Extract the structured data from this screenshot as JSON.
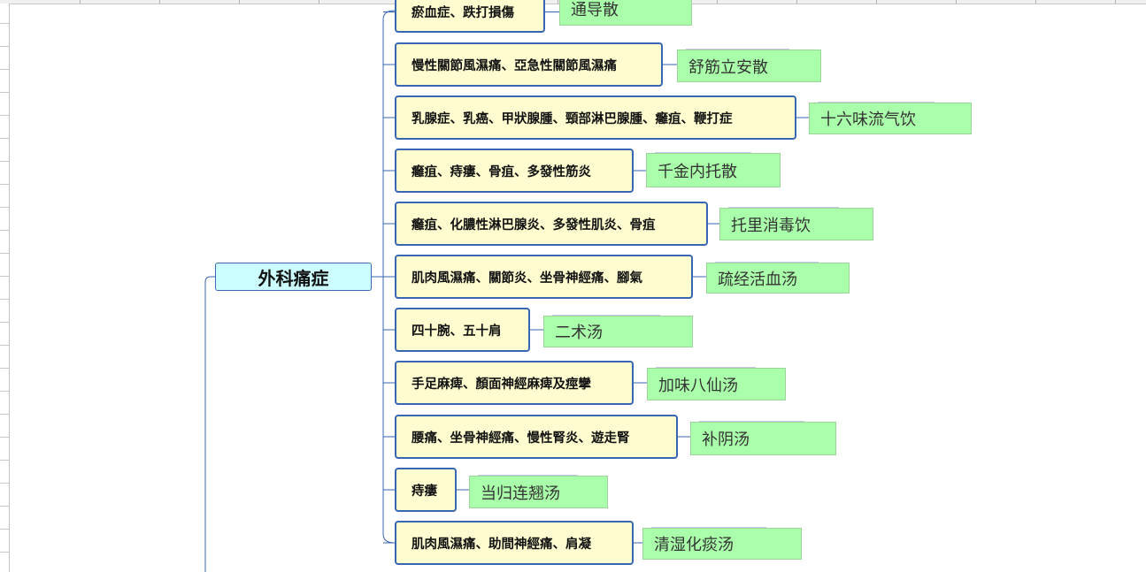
{
  "mindmap": {
    "root_label": "外科痛症",
    "branches": [
      {
        "condition": "瘀血症、跌打損傷",
        "formula": "通导散"
      },
      {
        "condition": "慢性關節風濕痛、亞急性關節風濕痛",
        "formula": "舒筋立安散"
      },
      {
        "condition": "乳腺症、乳癌、甲狀腺腫、頸部淋巴腺腫、癰疽、鞭打症",
        "formula": "十六味流气饮"
      },
      {
        "condition": "癰疽、痔瘻、骨疽、多發性筋炎",
        "formula": "千金内托散"
      },
      {
        "condition": "癰疽、化膿性淋巴腺炎、多發性肌炎、骨疽",
        "formula": "托里消毒饮"
      },
      {
        "condition": "肌肉風濕痛、關節炎、坐骨神經痛、腳氣",
        "formula": "疏经活血汤"
      },
      {
        "condition": "四十腕、五十肩",
        "formula": "二术汤"
      },
      {
        "condition": "手足麻痺、顏面神經麻痺及痙攣",
        "formula": "加味八仙汤"
      },
      {
        "condition": "腰痛、坐骨神經痛、慢性腎炎、遊走腎",
        "formula": "补阴汤"
      },
      {
        "condition": "痔瘻",
        "formula": "当归连翘汤"
      },
      {
        "condition": "肌肉風濕痛、助間神經痛、肩凝",
        "formula": "清湿化痰汤"
      }
    ]
  }
}
